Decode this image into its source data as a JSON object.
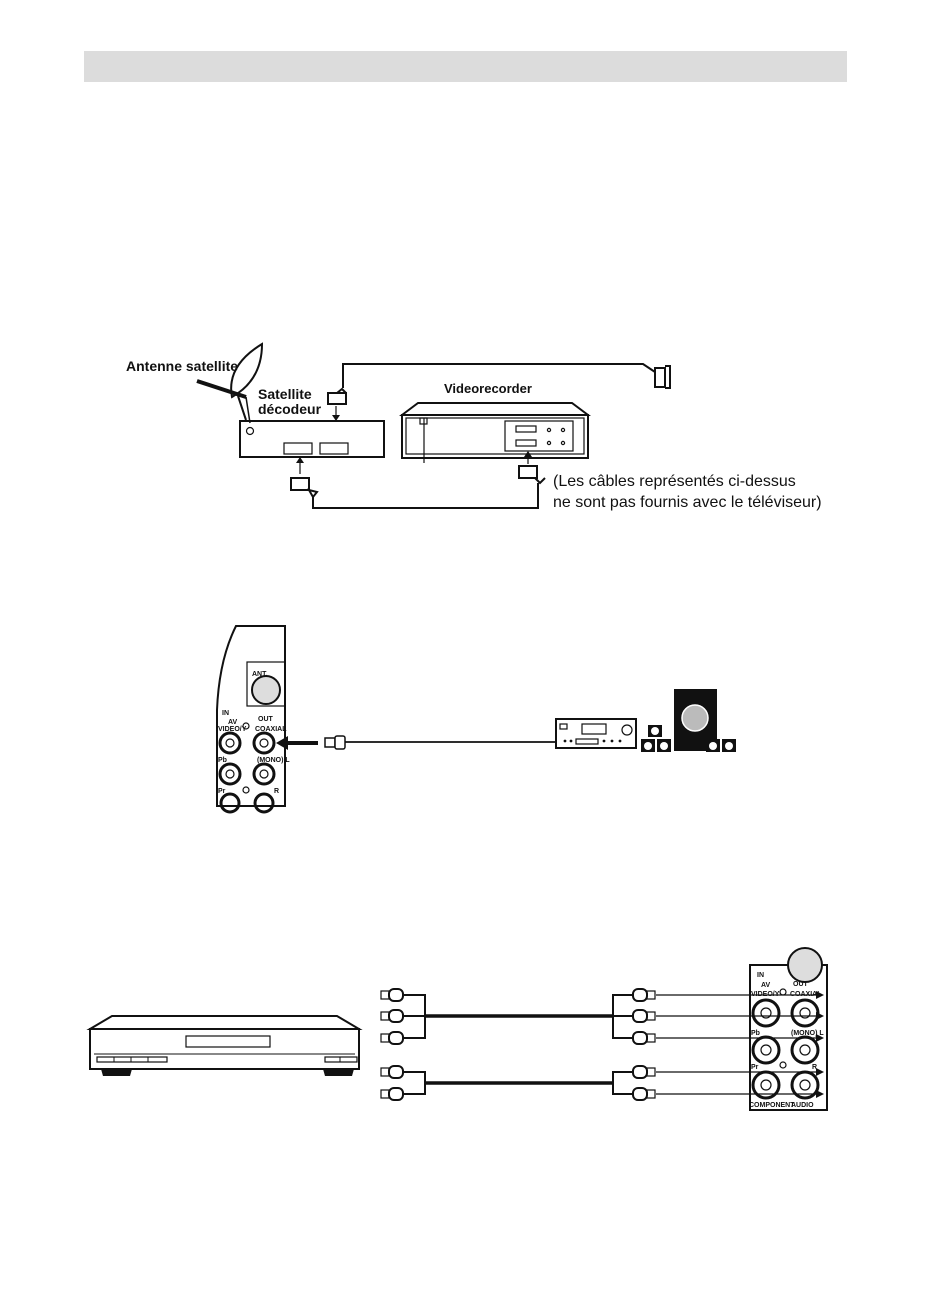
{
  "diagram1": {
    "antenna_label": "Antenne satellite",
    "decoder_label_line1": "Satellite",
    "decoder_label_line2": "décodeur",
    "vcr_label": "Videorecorder",
    "note_line1": "(Les câbles représentés ci-dessus",
    "note_line2": "ne sont pas fournis avec le téléviseur)"
  },
  "diagram2": {
    "panel_labels": {
      "ant": "ANT.",
      "in": "IN",
      "av": "AV",
      "out": "OUT",
      "video_y": "VIDEO/Y",
      "coaxial": "COAXIAL",
      "pb": "Pb",
      "mono_l": "(MONO) L",
      "pr": "Pr",
      "r": "R"
    }
  },
  "diagram3": {
    "panel_labels": {
      "in": "IN",
      "av": "AV",
      "out": "OUT",
      "video_y": "VIDEO/Y",
      "coaxial": "COAXIAL",
      "pb": "Pb",
      "mono_l": "(MONO) L",
      "pr": "Pr",
      "r": "R",
      "component": "COMPONENT",
      "audio": "AUDIO"
    }
  }
}
